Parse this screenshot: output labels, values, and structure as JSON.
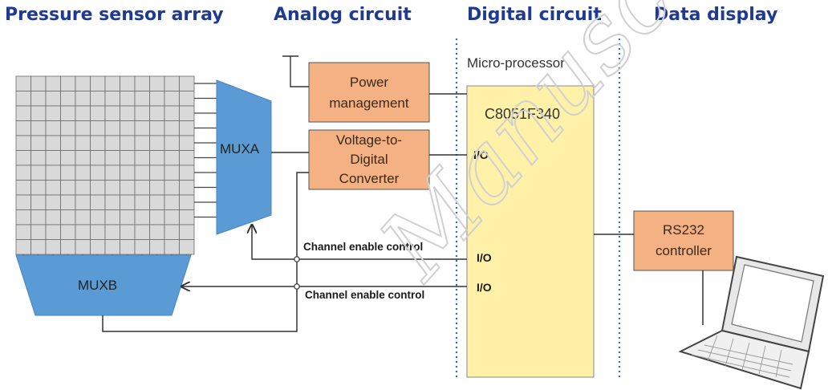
{
  "headers": {
    "sensor": "Pressure sensor array",
    "analog": "Analog circuit",
    "digital": "Digital circuit",
    "display": "Data display"
  },
  "muxa_label": "MUXA",
  "muxb_label": "MUXB",
  "power_box": {
    "line1": "Power",
    "line2": "management"
  },
  "vdc_box": {
    "line1": "Voltage-to-",
    "line2": "Digital",
    "line3": "Converter"
  },
  "processor": {
    "title": "Micro-processor",
    "chip": "C8051F340"
  },
  "io_labels": {
    "io1": "I/O",
    "io2": "I/O",
    "io3": "I/O"
  },
  "signals": {
    "enable_a": "Channel enable control",
    "enable_b": "Channel enable control"
  },
  "rs232_box": {
    "line1": "RS232",
    "line2": "controller"
  },
  "watermark": "Manuscript",
  "colors": {
    "header_text": "#1f3a93",
    "mux_fill": "#5b9bd5",
    "box_fill": "#f4b183",
    "processor_fill": "#fff2a8",
    "grid_fill": "#d9d9d9"
  },
  "icons": {
    "laptop": "laptop-icon"
  }
}
